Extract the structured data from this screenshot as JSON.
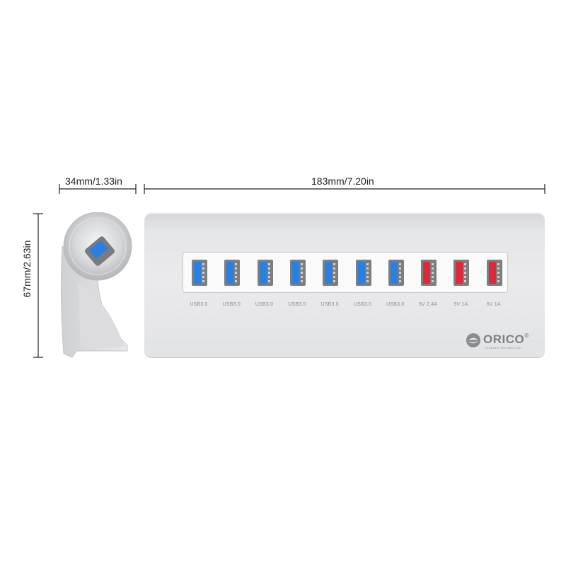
{
  "dimensions": {
    "depth": "34mm/1.33in",
    "width": "183mm/7.20in",
    "height": "67mm/2.63in"
  },
  "ports": [
    {
      "label": "USB3.0",
      "color": "#2a7fe0"
    },
    {
      "label": "USB3.0",
      "color": "#2a7fe0"
    },
    {
      "label": "USB3.0",
      "color": "#2a7fe0"
    },
    {
      "label": "USB3.0",
      "color": "#2a7fe0"
    },
    {
      "label": "USB3.0",
      "color": "#2a7fe0"
    },
    {
      "label": "USB3.0",
      "color": "#2a7fe0"
    },
    {
      "label": "USB3.0",
      "color": "#2a7fe0"
    },
    {
      "label": "5V 2.4A",
      "color": "#e0283a"
    },
    {
      "label": "5V 1A",
      "color": "#e0283a"
    },
    {
      "label": "5V 1A",
      "color": "#e0283a"
    }
  ],
  "brand": {
    "name": "ORICO",
    "trademark": "®",
    "tagline": "LEADING TECHNOLOGY"
  },
  "colors": {
    "usb3": "#2a7fe0",
    "charge": "#e0283a",
    "aluminum": "#e4e5e7"
  }
}
